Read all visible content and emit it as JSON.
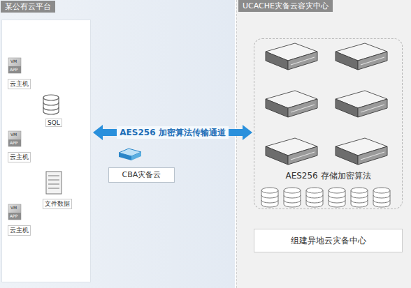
{
  "diagram": {
    "nodes": [
      {
        "text": [
          "某公有云平台"
        ]
      },
      {
        "text": [
          "云主机"
        ],
        "in": 0
      },
      {
        "text": [
          "SQL"
        ],
        "in": 0
      },
      {
        "text": [
          "云主机"
        ],
        "in": 0
      },
      {
        "text": [
          "文件数据"
        ],
        "in": 0
      },
      {
        "text": [
          "云主机"
        ],
        "in": 0
      },
      {
        "text": [
          "CBA灾备云"
        ]
      },
      {
        "text": [
          "UCACHE灾备云容灾中心"
        ]
      },
      {
        "text": [
          "AES256 存储加密算法"
        ],
        "in": 7
      },
      {
        "text": [
          "组建异地云灾备中心"
        ],
        "in": 7
      }
    ],
    "edges": [
      {
        "from": 0,
        "to": 8,
        "label": "AES256 加密算法传输通道",
        "arrow": "both"
      }
    ],
    "labels": [
      "VM",
      "APP",
      "VM",
      "APP",
      "VM",
      "APP"
    ]
  }
}
